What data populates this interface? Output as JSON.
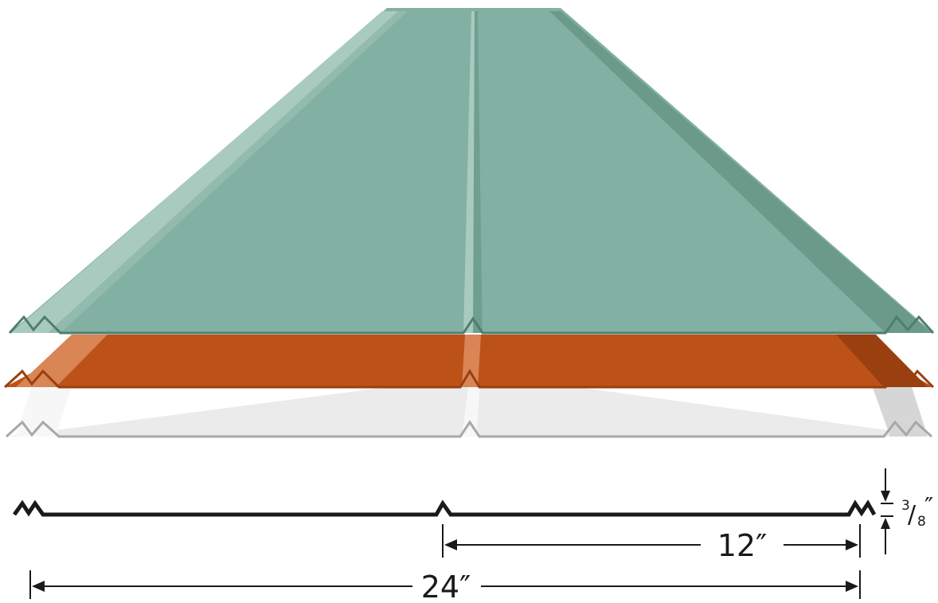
{
  "panels": [
    {
      "name": "green-panel",
      "color": "#82b0a2",
      "dark": "#5f8f80",
      "light": "#a9cbbf"
    },
    {
      "name": "orange-panel",
      "color": "#bd5219",
      "dark": "#9a3f10",
      "light": "#d98556"
    },
    {
      "name": "white-panel",
      "color": "#ebebeb",
      "dark": "#a8a8a8",
      "light": "#f7f7f7"
    }
  ],
  "dimensions": {
    "rib_spacing": "12″",
    "panel_width": "24″",
    "rib_height_num": "3",
    "rib_height_den": "8",
    "rib_height_unit": "″"
  },
  "colors": {
    "profile_line": "#1a1a1a",
    "dimension_line": "#1a1a1a"
  }
}
